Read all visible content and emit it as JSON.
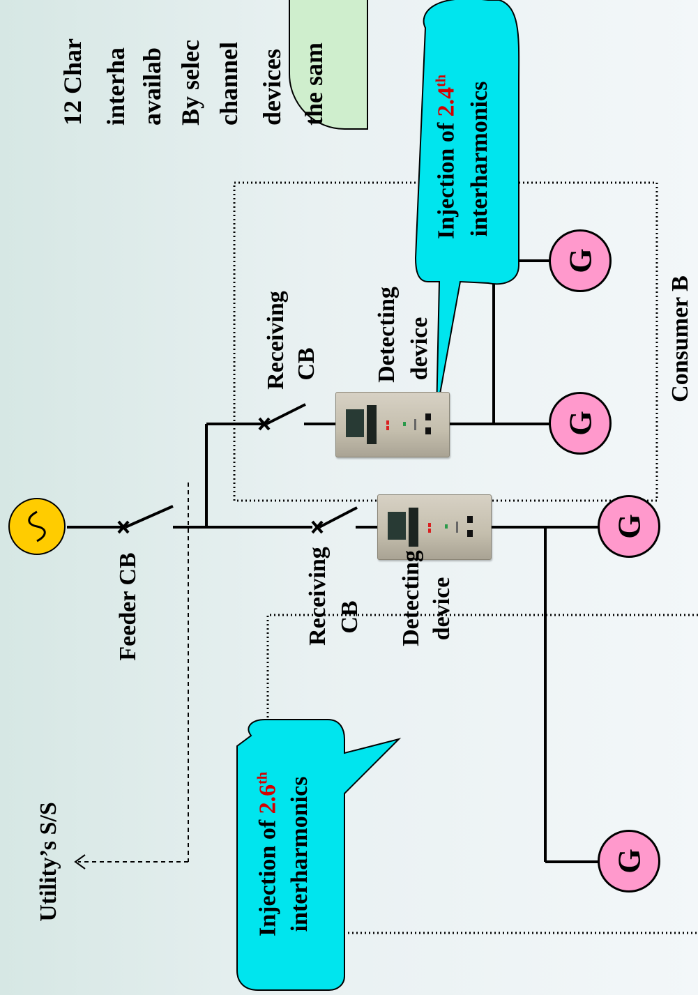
{
  "labels": {
    "utility_ss": "Utility’s S/S",
    "feeder_cb": "Feeder CB",
    "receiving_cb_b": [
      "Receiving",
      "CB"
    ],
    "receiving_cb_a": [
      "Receiving",
      "CB"
    ],
    "detecting_device_b": [
      "Detecting",
      "device"
    ],
    "detecting_device_a": [
      "Detecting",
      "device"
    ],
    "consumer_b": "Consumer B",
    "generator": "G"
  },
  "callout_b": {
    "prefix": "Injection of ",
    "value": "2.4",
    "sup": "th",
    "line2": "interharmonics"
  },
  "callout_a": {
    "prefix": "Injection of ",
    "value": "2.6",
    "sup": "th",
    "line2": "interharmonics"
  },
  "info_panel": {
    "lines": [
      "12 Char",
      "interha",
      "availab",
      "By selec",
      "channel",
      "devices",
      "the sam"
    ]
  },
  "colors": {
    "generator_fill": "#ff99cc",
    "source_fill": "#ffcc00",
    "callout_fill": "#00e5ee",
    "info_panel_fill": "#cfeecd",
    "highlight_text": "#d40000"
  },
  "icons": {
    "source": "ac-source-icon",
    "breaker": "circuit-breaker-icon",
    "generator": "generator-icon"
  }
}
